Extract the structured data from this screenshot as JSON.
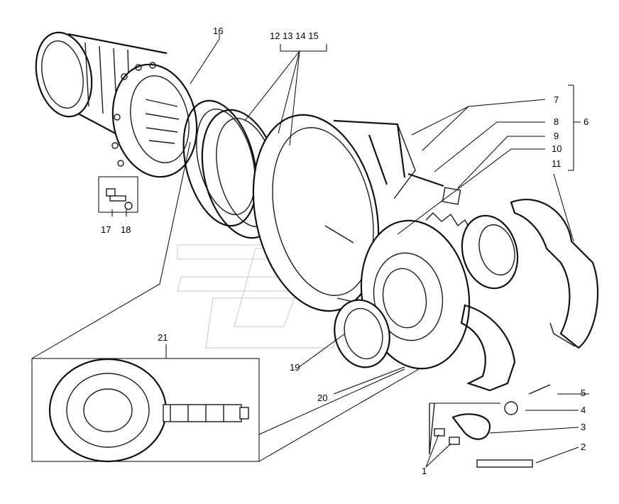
{
  "labels": {
    "l1": "1",
    "l2": "2",
    "l3": "3",
    "l4": "4",
    "l5": "5",
    "l6": "6",
    "l7": "7",
    "l8": "8",
    "l9": "9",
    "l10": "10",
    "l11": "11",
    "l12_15": "12 13 14 15",
    "l16": "16",
    "l17": "17",
    "l18": "18",
    "l19": "19",
    "l20": "20",
    "l21": "21"
  }
}
